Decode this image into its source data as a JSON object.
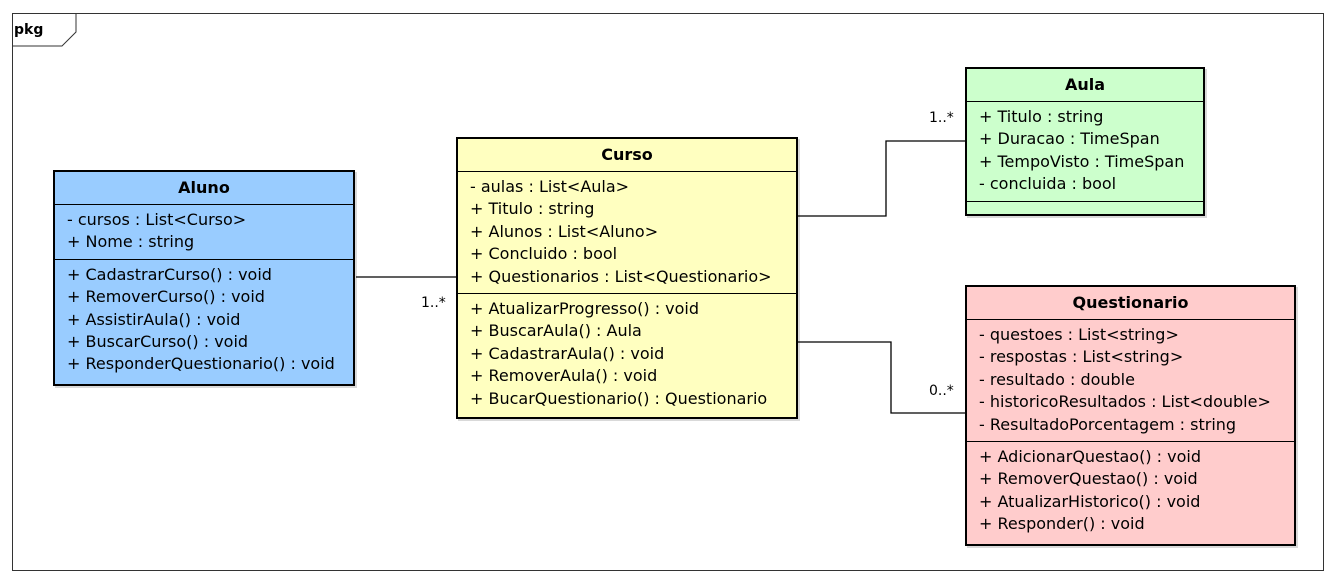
{
  "colors": {
    "aluno": "#99ccff",
    "curso": "#ffffc0",
    "aula": "#ccffcc",
    "questionario": "#ffcccc",
    "line": "#000000"
  },
  "package": {
    "label": "pkg"
  },
  "classes": [
    {
      "id": "aluno",
      "name": "Aluno",
      "attributes": [
        "- cursos : List<Curso>",
        "+ Nome : string"
      ],
      "operations": [
        "+ CadastrarCurso() : void",
        "+ RemoverCurso() : void",
        "+ AssistirAula() : void",
        "+ BuscarCurso() : void",
        "+ ResponderQuestionario() : void"
      ]
    },
    {
      "id": "curso",
      "name": "Curso",
      "attributes": [
        "- aulas : List<Aula>",
        "+ Titulo : string",
        "+ Alunos : List<Aluno>",
        "+ Concluido : bool",
        "+ Questionarios : List<Questionario>"
      ],
      "operations": [
        "+ AtualizarProgresso() : void",
        "+ BuscarAula() : Aula",
        "+ CadastrarAula() : void",
        "+ RemoverAula() : void",
        "+ BucarQuestionario() : Questionario"
      ]
    },
    {
      "id": "aula",
      "name": "Aula",
      "attributes": [
        "+ Titulo : string",
        "+ Duracao : TimeSpan",
        "+ TempoVisto : TimeSpan",
        "- concluida : bool"
      ],
      "operations": []
    },
    {
      "id": "questionario",
      "name": "Questionario",
      "attributes": [
        "- questoes : List<string>",
        "- respostas : List<string>",
        "- resultado : double",
        "- historicoResultados : List<double>",
        "- ResultadoPorcentagem : string"
      ],
      "operations": [
        "+ AdicionarQuestao() : void",
        "+ RemoverQuestao() : void",
        "+ AtualizarHistorico() : void",
        "+ Responder() : void"
      ]
    }
  ],
  "associations": [
    {
      "from": "aluno",
      "to": "curso",
      "multiplicity": "1..*"
    },
    {
      "from": "curso",
      "to": "aula",
      "multiplicity": "1..*"
    },
    {
      "from": "curso",
      "to": "questionario",
      "multiplicity": "0..*"
    }
  ]
}
